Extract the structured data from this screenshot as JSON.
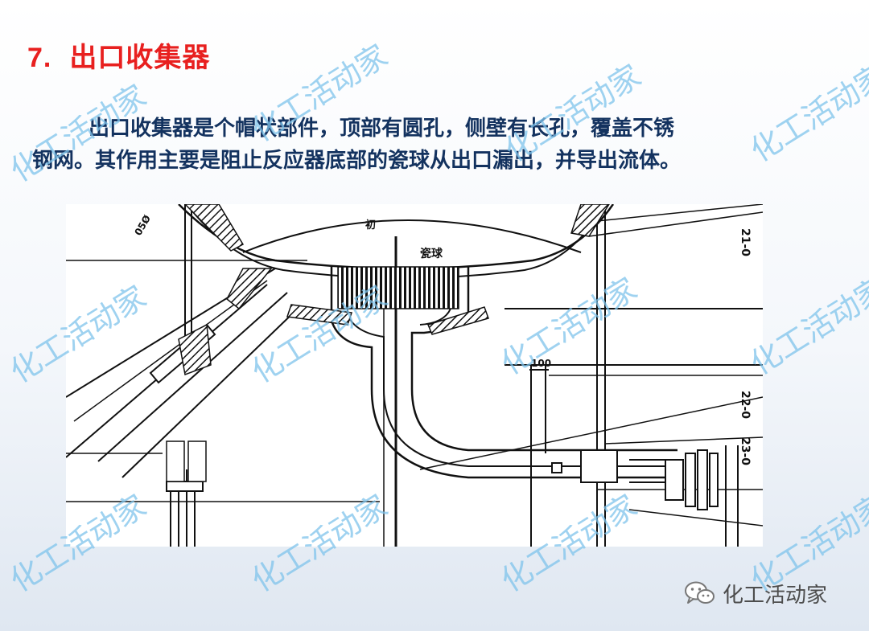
{
  "slide": {
    "title_number": "7.",
    "title_text": "出口收集器",
    "paragraph_line1": "出口收集器是个帽状部件，顶部有圆孔，侧壁有长孔，覆盖不锈",
    "paragraph_line2": "钢网。其作用主要是阻止反应器底部的瓷球从出口漏出，并导出流体。"
  },
  "drawing": {
    "labels": {
      "ceramic_balls": "瓷球",
      "dimension": "100",
      "nozzle_1": "21-0",
      "nozzle_2": "22-0",
      "nozzle_3": "23-0",
      "upper_note": "初",
      "left_note": "05Ø"
    }
  },
  "watermark": {
    "text": "化工活动家"
  },
  "brand": {
    "icon": "wechat-icon",
    "name": "化工活动家"
  }
}
